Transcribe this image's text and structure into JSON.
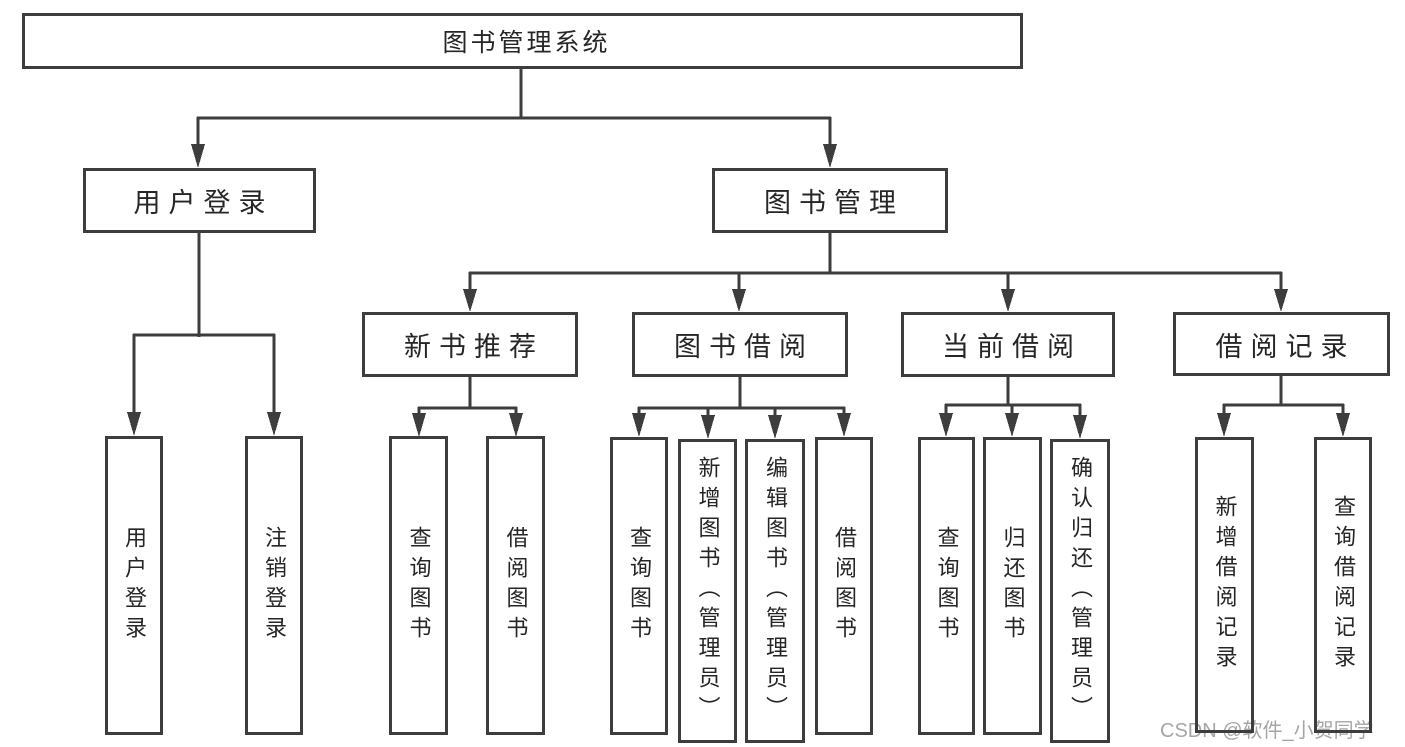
{
  "diagram": {
    "nodes": {
      "root": "图书管理系统",
      "userLogin": "用户登录",
      "bookManagement": "图书管理",
      "leafUserLogin": "用户登录",
      "leafLogout": "注销登录",
      "newBookRecommend": "新书推荐",
      "bookBorrow": "图书借阅",
      "currentBorrow": "当前借阅",
      "borrowRecord": "借阅记录",
      "nbQueryBook": "查询图书",
      "nbBorrowBook": "借阅图书",
      "bbQueryBook": "查询图书",
      "bbAddBook": "新增图书（管理员）",
      "bbEditBook": "编辑图书（管理员）",
      "bbBorrowBook": "借阅图书",
      "cbQueryBook": "查询图书",
      "cbReturnBook": "归还图书",
      "cbConfirmReturn": "确认归还（管理员）",
      "brAddRecord": "新增借阅记录",
      "brQueryRecord": "查询借阅记录"
    },
    "hierarchy": {
      "图书管理系统": [
        "用户登录",
        "图书管理"
      ],
      "用户登录": [
        "用户登录",
        "注销登录"
      ],
      "图书管理": [
        "新书推荐",
        "图书借阅",
        "当前借阅",
        "借阅记录"
      ],
      "新书推荐": [
        "查询图书",
        "借阅图书"
      ],
      "图书借阅": [
        "查询图书",
        "新增图书（管理员）",
        "编辑图书（管理员）",
        "借阅图书"
      ],
      "当前借阅": [
        "查询图书",
        "归还图书",
        "确认归还（管理员）"
      ],
      "借阅记录": [
        "新增借阅记录",
        "查询借阅记录"
      ]
    },
    "colors": {
      "line": "#3d3d3d",
      "text": "#262626",
      "background": "#ffffff",
      "watermark_text": "#a6a6a6"
    }
  },
  "watermark": {
    "text": "CSDN @软件_小贺同学"
  }
}
